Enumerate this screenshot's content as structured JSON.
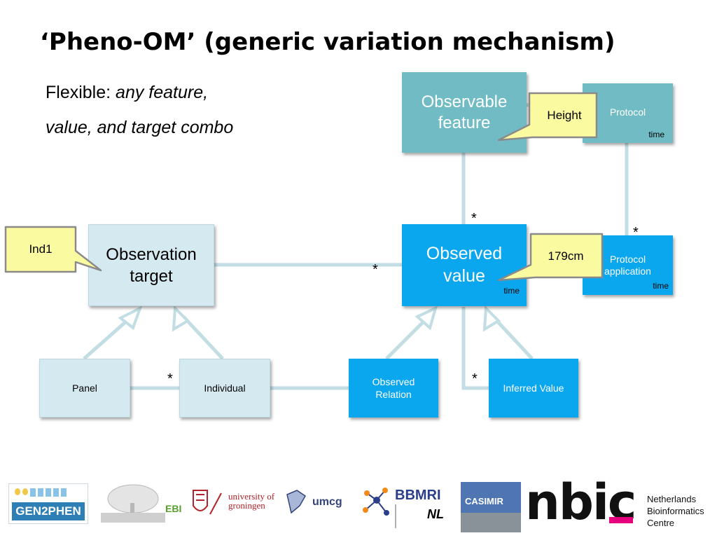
{
  "title": "‘Pheno-OM’ (generic variation mechanism)",
  "subtitle": {
    "prefix": "Flexible: ",
    "line1_italic": "any feature,",
    "line2_italic": "value, and target combo"
  },
  "nodes": {
    "observable_feature": "Observable feature",
    "protocol": "Protocol",
    "protocol_time": "time",
    "observation_target": "Observation target",
    "observed_value": "Observed value",
    "observed_value_time": "time",
    "protocol_application": "Protocol application",
    "protocol_application_time": "time",
    "panel": "Panel",
    "individual": "Individual",
    "observed_relation": "Observed Relation",
    "inferred_value": "Inferred Value"
  },
  "callouts": {
    "height": "Height",
    "ind1": "Ind1",
    "value_179cm": "179cm"
  },
  "multiplicity": {
    "star": "*"
  },
  "logos": {
    "gen2phen": "GEN2PHEN",
    "ebi": "EBI",
    "groningen_line1": "university of",
    "groningen_line2": "groningen",
    "umcg": "umcg",
    "bbmri": "BBMRI",
    "bbmri_nl": "NL",
    "casimir": "CASIMIR",
    "nbic": "nbic",
    "nbic_line1": "Netherlands",
    "nbic_line2": "Bioinformatics",
    "nbic_line3": "Centre"
  },
  "colors": {
    "teal": "#71bcc4",
    "light_blue": "#d5eaf0",
    "bright_blue": "#0aa6ee",
    "callout": "#fafaa0",
    "connector": "#c2dde3"
  }
}
